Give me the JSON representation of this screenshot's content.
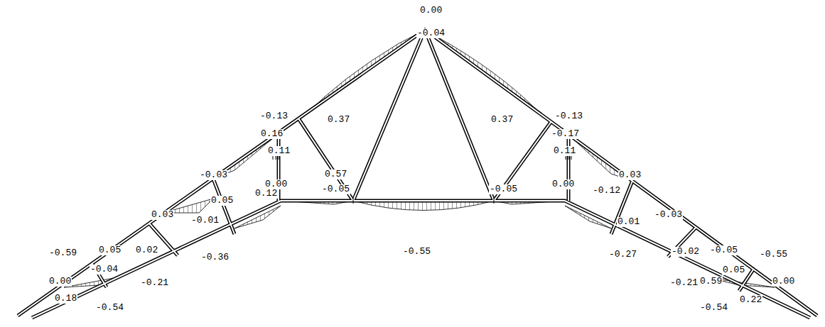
{
  "diagram": {
    "labels": [
      "0.00",
      "-0.04",
      "-0.13",
      "0.37",
      "0.37",
      "-0.13",
      "0.16",
      "-0.17",
      "0.11",
      "0.11",
      "0.57",
      "-0.03",
      "0.00",
      "-0.05",
      "-0.05",
      "0.00",
      "-0.12",
      "0.12",
      "0.03",
      "0.05",
      "0.03",
      "-0.01",
      "-0.03",
      "0.01",
      "-0.55",
      "-0.36",
      "-0.27",
      "-0.59",
      "0.05",
      "0.02",
      "-0.02",
      "-0.05",
      "-0.55",
      "-0.04",
      "0.05",
      "0.00",
      "-0.21",
      "-0.21",
      "0.59",
      "0.00",
      "0.18",
      "-0.54",
      "-0.54",
      "0.22"
    ]
  }
}
